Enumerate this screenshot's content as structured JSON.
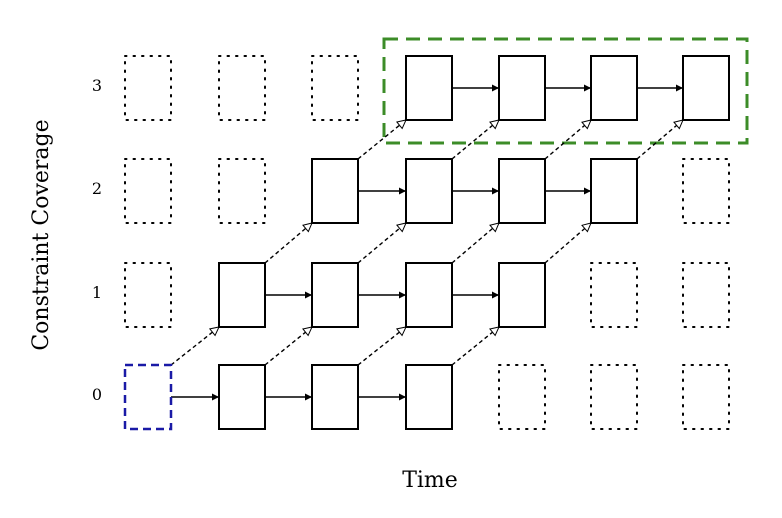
{
  "axis": {
    "y_label": "Constraint Coverage",
    "x_label": "Time",
    "levels": [
      "0",
      "1",
      "2",
      "3"
    ]
  },
  "grid": {
    "columns": 7,
    "rows": 4,
    "cells": [
      [
        "start",
        "solid",
        "solid",
        "solid",
        "dotted",
        "dotted",
        "dotted"
      ],
      [
        "dotted",
        "solid",
        "solid",
        "solid",
        "solid",
        "dotted",
        "dotted"
      ],
      [
        "dotted",
        "dotted",
        "solid",
        "solid",
        "solid",
        "solid",
        "dotted"
      ],
      [
        "dotted",
        "dotted",
        "dotted",
        "solid",
        "solid",
        "solid",
        "solid"
      ]
    ]
  },
  "colors": {
    "start_box": "#1a1aa6",
    "goal_region": "#3c8c28",
    "box": "#000000"
  }
}
